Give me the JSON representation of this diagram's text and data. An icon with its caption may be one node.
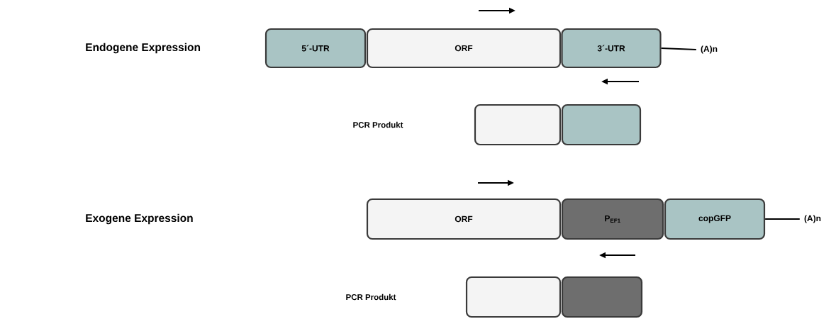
{
  "diagram": {
    "nodes": [
      {
        "text": [
          "5´-UTR"
        ]
      },
      {
        "text": [
          "ORF"
        ]
      },
      {
        "text": [
          "3´-UTR"
        ]
      },
      {
        "text": [
          "(A)n"
        ]
      },
      {
        "text": [],
        "shape": "box"
      },
      {
        "text": [],
        "shape": "box"
      },
      {
        "text": [
          "ORF"
        ]
      },
      {
        "text": [
          "P$_{EF1}$"
        ]
      },
      {
        "text": [
          "copGFP"
        ]
      },
      {
        "text": [
          "(A)n"
        ]
      },
      {
        "text": [],
        "shape": "box"
      },
      {
        "text": [],
        "shape": "box"
      }
    ],
    "edges": [
      {
        "from": 2,
        "to": 3,
        "arrow": "none"
      },
      {
        "from": 8,
        "to": 9,
        "arrow": "none"
      }
    ],
    "labels": [
      "Endogene Expression",
      "PCR Produkt",
      "Exogene Expression",
      "PCR Produkt"
    ]
  }
}
